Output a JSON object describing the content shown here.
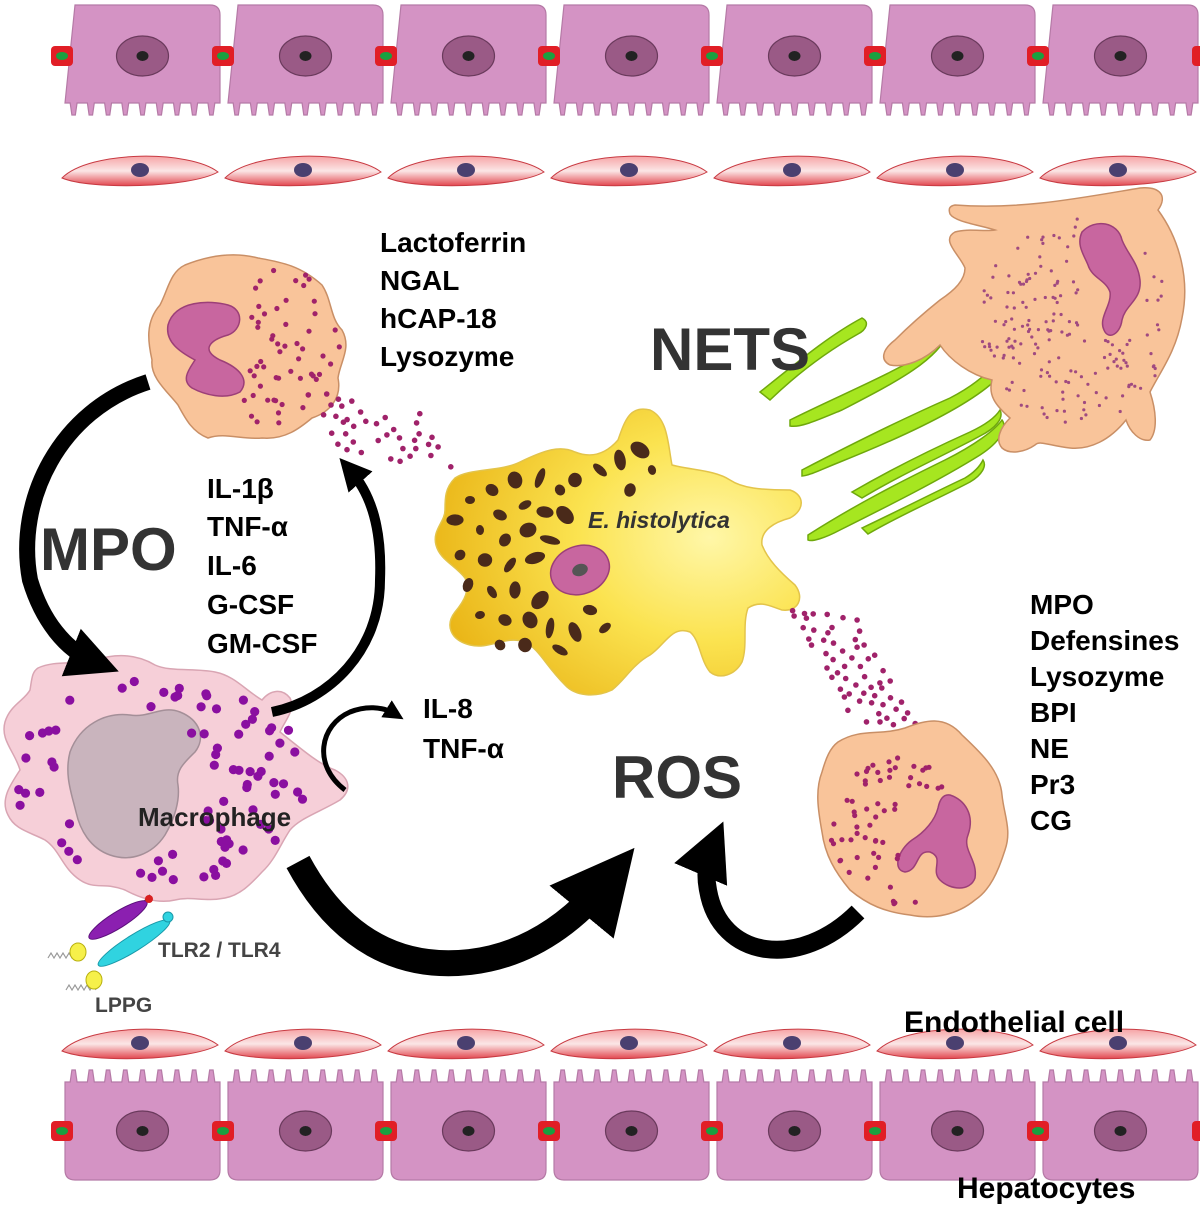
{
  "labels": {
    "nets": "NETS",
    "mpo": "MPO",
    "ros": "ROS",
    "organism": "E. histolytica",
    "macrophage": "Macrophage",
    "receptors": "TLR2 / TLR4",
    "lppg": "LPPG",
    "endothelial": "Endothelial cell",
    "hepatocytes": "Hepatocytes"
  },
  "granule_top": [
    "Lactoferrin",
    "NGAL",
    "hCAP-18",
    "Lysozyme"
  ],
  "cytokines": [
    "IL-1β",
    "TNF-α",
    "IL-6",
    "G-CSF",
    "GM-CSF"
  ],
  "chemokines": [
    "IL-8",
    "TNF-α"
  ],
  "granule_right": [
    "MPO",
    "Defensines",
    "Lysozyme",
    "BPI",
    "NE",
    "Pr3",
    "CG"
  ],
  "colors": {
    "hepatocyte": "#d493c4",
    "endothelial": "#e8575f",
    "neutrophil": "#f9c49a",
    "nucleus": "#c8669f",
    "amoeba": "#f2c81e",
    "macrophage": "#f6cfd8",
    "nets_fiber": "#a6e620",
    "arrow": "#000000"
  }
}
